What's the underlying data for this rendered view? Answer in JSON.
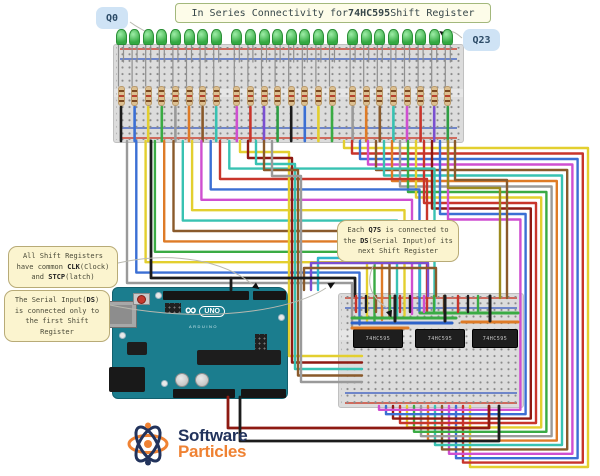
{
  "title": {
    "p1": "In Series Connectivity for ",
    "b1": "74HC595",
    "p2": " Shift Register"
  },
  "labels": {
    "q0": "Q0",
    "q23": "Q23"
  },
  "annotations": {
    "common_clock": {
      "p1": "All Shift Registers have common ",
      "b1": "CLK",
      "p2": "(Clock) and ",
      "b2": "STCP",
      "p3": "(latch)"
    },
    "serial_input": {
      "p1": "The Serial Input(",
      "b1": "DS",
      "p2": ") is connected only to the first Shift Register"
    },
    "daisy": {
      "p1": "Each ",
      "b1": "Q7S",
      "p2": " is connected to the ",
      "b2": "DS",
      "p3": "(Serial Input)of its next Shift Register"
    }
  },
  "arduino": {
    "logo": "UNO",
    "brand": "ARDUINO",
    "infinity": "∞"
  },
  "chips": [
    "74HC595",
    "74HC595",
    "74HC595"
  ],
  "logo": {
    "word1": "Software",
    "word2": "Particles"
  },
  "counts": {
    "leds": 24,
    "resistors": 24,
    "shift_registers": 3
  },
  "colors": {
    "arduino_board": "#1b7d8e",
    "led_green": "#34a942",
    "breadboard": "#dcdcdc",
    "title_bg": "#fdfce9",
    "title_border": "#a3b87c",
    "note_bg": "#fbf4cf",
    "note_border": "#b8ab77",
    "label_bg": "#cfe3f5",
    "logo_navy": "#22335c",
    "logo_orange": "#ef8233"
  },
  "wires": {
    "palette_right": [
      "#e3cf2f",
      "#c8352b",
      "#3b6fd4",
      "#cf4fd0",
      "#8a5a2b",
      "#38c2b2",
      "#de7b27",
      "#9a9a9a",
      "#3aab44",
      "#e3cf2f",
      "#c8352b",
      "#8e1a12",
      "#3b6fd4",
      "#cf4fd0"
    ],
    "palette_stair": [
      "#9a9a9a",
      "#3b6fd4",
      "#e3cf2f",
      "#3aab44",
      "#de7b27",
      "#8a5a2b",
      "#38c2b2",
      "#e3cf2f",
      "#cf4fd0",
      "#3b6fd4",
      "#c8352b",
      "#38c2b2"
    ],
    "palette_stubs": [
      "#1c1c1c",
      "#3b6fd4",
      "#e3cf2f",
      "#3aab44",
      "#9a9a9a",
      "#de7b27",
      "#8a5a2b",
      "#38c2b2",
      "#cf4fd0",
      "#c8352b",
      "#7a4fd0",
      "#2f9e44"
    ],
    "palette_leftfeed": [
      "#e3cf2f",
      "#8e1a12",
      "#38c2b2",
      "#8a5a2b",
      "#9a9a9a"
    ],
    "arduino_in": [
      "#2fb8c9",
      "#7a4fd0",
      "#8a5a2b"
    ],
    "daisy": [
      "#8a5a2b",
      "#9c8b1e"
    ],
    "power_red": "#8e1a12",
    "black": "#1c1c1c",
    "bus_green": "#3aab44",
    "bus_blue": "#2d62c9",
    "bus_orange": "#de7b27"
  }
}
